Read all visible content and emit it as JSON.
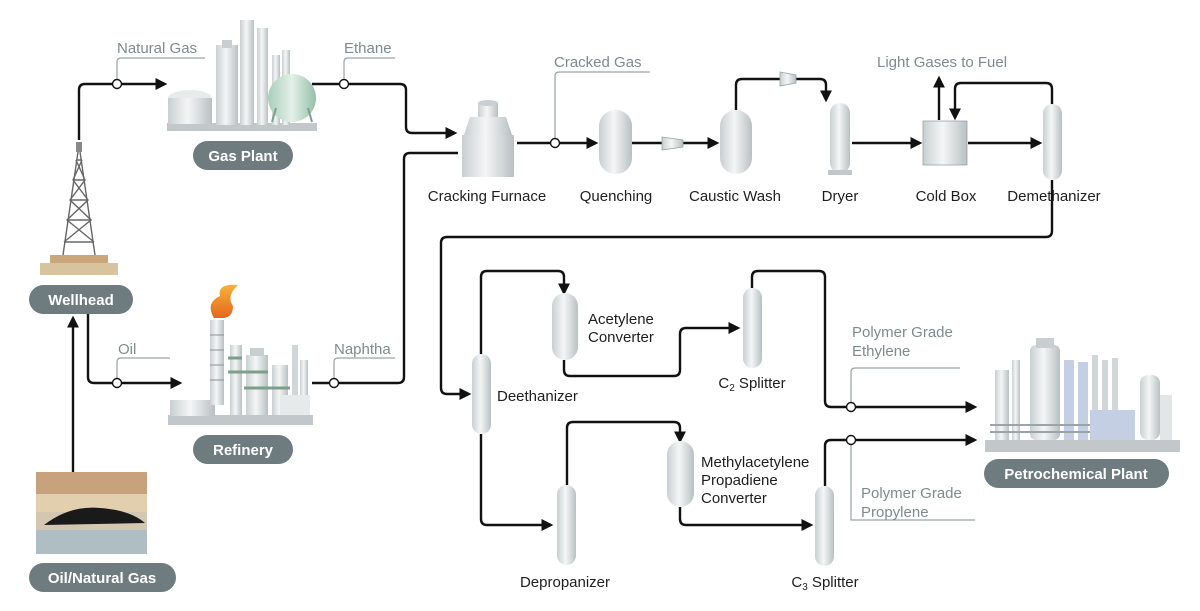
{
  "sources": {
    "wellhead": "Wellhead",
    "gas_plant": "Gas Plant",
    "refinery": "Refinery",
    "oil_gas": "Oil/Natural Gas",
    "petrochemical_plant": "Petrochemical Plant"
  },
  "streams": {
    "natural_gas": "Natural Gas",
    "ethane": "Ethane",
    "oil": "Oil",
    "naphtha": "Naphtha",
    "cracked_gas": "Cracked Gas",
    "light_gases": "Light Gases to Fuel",
    "ethylene": [
      "Polymer Grade",
      "Ethylene"
    ],
    "propylene": [
      "Polymer Grade",
      "Propylene"
    ]
  },
  "units": {
    "cracking_furnace": "Cracking Furnace",
    "quenching": "Quenching",
    "caustic_wash": "Caustic Wash",
    "dryer": "Dryer",
    "cold_box": "Cold Box",
    "demethanizer": "Demethanizer",
    "deethanizer": "Deethanizer",
    "acetylene_converter": [
      "Acetylene",
      "Converter"
    ],
    "c2_splitter": {
      "prefix": "C",
      "sub": "2",
      "suffix": " Splitter"
    },
    "depropanizer": "Depropanizer",
    "mapd_converter": [
      "Methylacetylene",
      "Propadiene",
      "Converter"
    ],
    "c3_splitter": {
      "prefix": "C",
      "sub": "3",
      "suffix": " Splitter"
    }
  },
  "colors": {
    "flow": "#111111",
    "pill": "#6e7b7f",
    "stream_text": "#7f8a8c",
    "vessel": "#dfe3e4"
  }
}
